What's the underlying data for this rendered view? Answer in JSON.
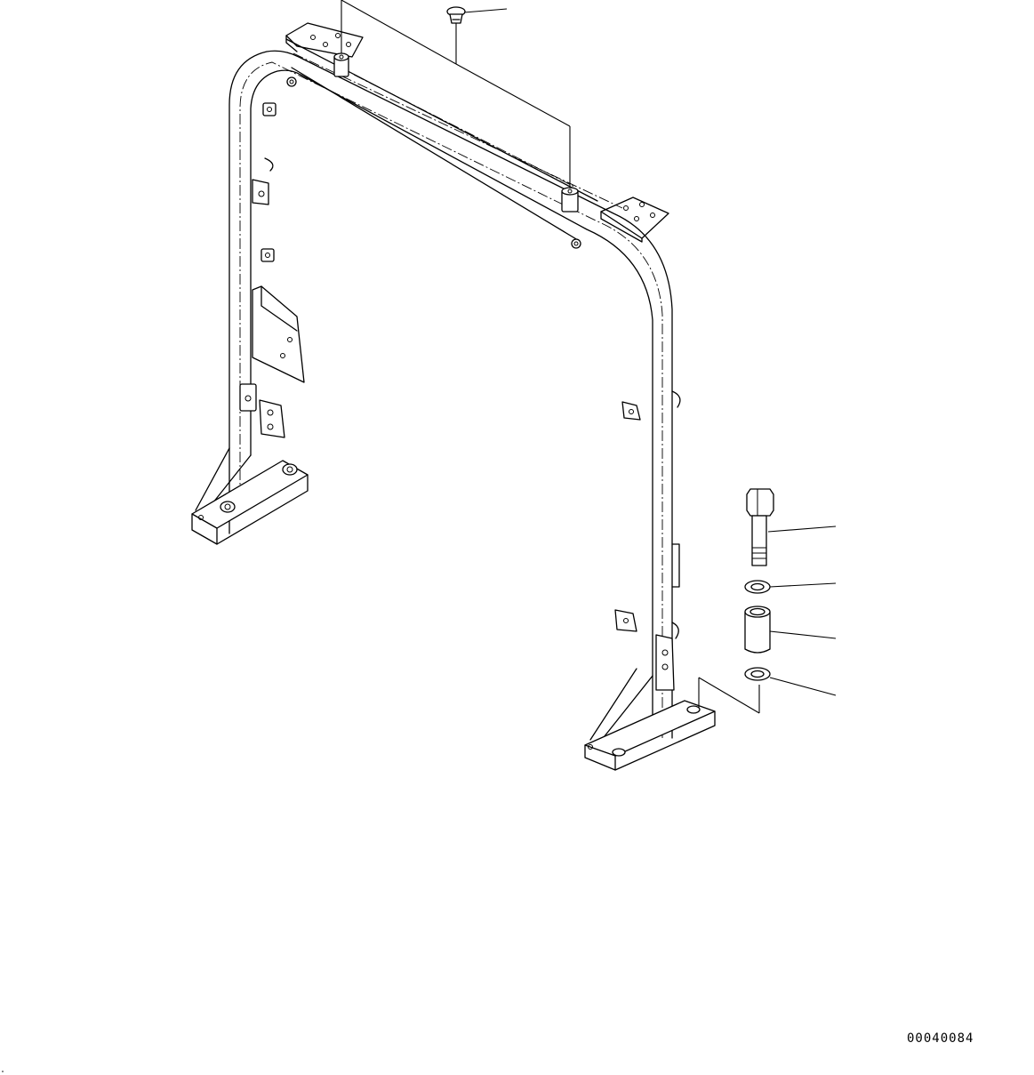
{
  "drawing": {
    "drawing_number": "00040084",
    "subject": "frame-assembly-exploded-view",
    "parts": [
      {
        "id": "bolt",
        "icon": "hex-bolt-icon"
      },
      {
        "id": "washer-upper",
        "icon": "washer-icon"
      },
      {
        "id": "spacer-sleeve",
        "icon": "sleeve-icon"
      },
      {
        "id": "washer-lower",
        "icon": "washer-icon"
      },
      {
        "id": "rubber-cap",
        "icon": "cap-icon"
      }
    ]
  }
}
